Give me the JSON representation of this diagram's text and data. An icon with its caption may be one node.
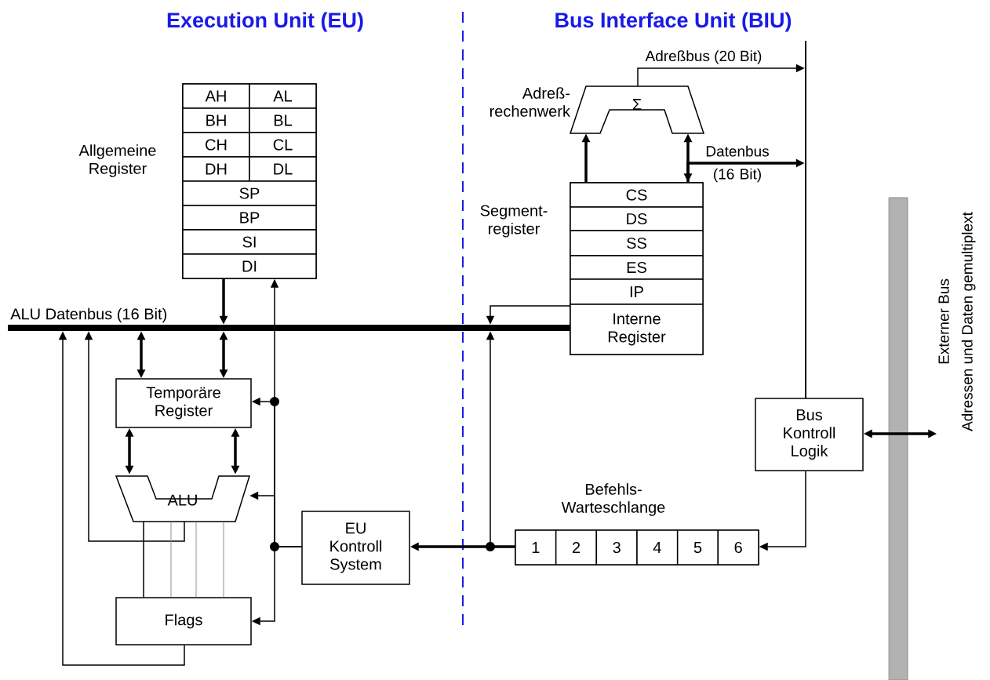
{
  "diagram": {
    "nodes": [
      {
        "text": [],
        "shape": "box",
        "beside": [
          "Allgemeine Register"
        ]
      },
      {
        "text": [
          "AH"
        ],
        "in": 0
      },
      {
        "text": [
          "AL"
        ],
        "in": 0
      },
      {
        "text": [
          "BH"
        ],
        "in": 0
      },
      {
        "text": [
          "BL"
        ],
        "in": 0
      },
      {
        "text": [
          "CH"
        ],
        "in": 0
      },
      {
        "text": [
          "CL"
        ],
        "in": 0
      },
      {
        "text": [
          "DH"
        ],
        "in": 0
      },
      {
        "text": [
          "DL"
        ],
        "in": 0
      },
      {
        "text": [
          "SP"
        ],
        "in": 0
      },
      {
        "text": [
          "BP"
        ],
        "in": 0
      },
      {
        "text": [
          "SI"
        ],
        "in": 0
      },
      {
        "text": [
          "DI"
        ],
        "in": 0
      },
      {
        "text": [],
        "shape": "bar",
        "beside": [
          "ALU Datenbus (16 Bit)"
        ]
      },
      {
        "text": [
          "Temporäre Register"
        ]
      },
      {
        "text": [
          "ALU"
        ]
      },
      {
        "text": [
          "Flags"
        ]
      },
      {
        "text": [
          "EU Kontroll System"
        ]
      },
      {
        "text": [
          "Σ"
        ],
        "beside": [
          "Adreß- rechenwerk"
        ]
      },
      {
        "text": [],
        "shape": "box",
        "beside": [
          "Segment- register"
        ]
      },
      {
        "text": [
          "CS"
        ],
        "in": 19
      },
      {
        "text": [
          "DS"
        ],
        "in": 19
      },
      {
        "text": [
          "SS"
        ],
        "in": 19
      },
      {
        "text": [
          "ES"
        ],
        "in": 19
      },
      {
        "text": [
          "IP"
        ],
        "in": 19
      },
      {
        "text": [
          "Interne Register"
        ],
        "in": 19
      },
      {
        "text": [
          "Bus Kontroll Logik"
        ]
      },
      {
        "text": [],
        "shape": "box",
        "beside": [
          "Befehls- Warteschlange"
        ]
      },
      {
        "text": [
          "1"
        ],
        "in": 27
      },
      {
        "text": [
          "2"
        ],
        "in": 27
      },
      {
        "text": [
          "3"
        ],
        "in": 27
      },
      {
        "text": [
          "4"
        ],
        "in": 27
      },
      {
        "text": [
          "5"
        ],
        "in": 27
      },
      {
        "text": [
          "6"
        ],
        "in": 27
      },
      {
        "text": [
          "Externer Bus",
          "Adressen und Daten gemultiplext"
        ]
      },
      {
        "text": [],
        "shape": "bar"
      }
    ],
    "edges": [
      {
        "from": 0,
        "to": 13,
        "arrow": "to",
        "style": "thick"
      },
      {
        "from": 13,
        "to": 14,
        "arrow": "both",
        "style": "thick"
      },
      {
        "from": 13,
        "to": 14,
        "arrow": "both",
        "style": "thick"
      },
      {
        "from": 14,
        "to": 15,
        "arrow": "both",
        "style": "thick"
      },
      {
        "from": 14,
        "to": 15,
        "arrow": "both",
        "style": "thick"
      },
      {
        "from": 15,
        "to": 13,
        "arrow": "to"
      },
      {
        "from": 16,
        "to": 13,
        "arrow": "to"
      },
      {
        "from": 15,
        "to": 16,
        "arrow": "none"
      },
      {
        "from": 15,
        "to": 16,
        "arrow": "none",
        "color": "#909090"
      },
      {
        "from": 15,
        "to": 16,
        "arrow": "none",
        "color": "#909090"
      },
      {
        "from": 15,
        "to": 16,
        "arrow": "none",
        "color": "#909090"
      },
      {
        "from": 17,
        "to": 0,
        "arrow": "to"
      },
      {
        "from": 17,
        "to": 14,
        "arrow": "to"
      },
      {
        "from": 17,
        "to": 15,
        "arrow": "to"
      },
      {
        "from": 17,
        "to": 16,
        "arrow": "to"
      },
      {
        "from": 27,
        "to": 17,
        "arrow": "to",
        "style": "thick"
      },
      {
        "from": 27,
        "to": 13,
        "arrow": "to"
      },
      {
        "from": 25,
        "to": 13,
        "arrow": "to"
      },
      {
        "from": 19,
        "to": 18,
        "arrow": "to",
        "style": "thick"
      },
      {
        "from": 19,
        "to": 18,
        "arrow": "both",
        "style": "thick"
      },
      {
        "from": 18,
        "to": 35,
        "arrow": "to",
        "label": "Adreßbus (20 Bit)"
      },
      {
        "from": 19,
        "to": 35,
        "arrow": "to",
        "style": "thick",
        "label": "Datenbus (16 Bit)"
      },
      {
        "from": 26,
        "to": 27,
        "arrow": "to"
      },
      {
        "from": 26,
        "to": 34,
        "arrow": "both",
        "style": "thick"
      }
    ],
    "labels": [
      "Execution Unit (EU)",
      "Bus Interface Unit (BIU)"
    ]
  }
}
